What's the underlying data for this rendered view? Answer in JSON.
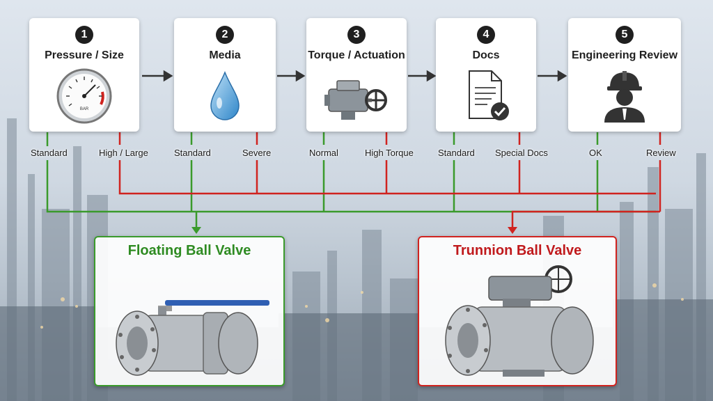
{
  "steps": [
    {
      "number": "1",
      "title": "Pressure / Size",
      "left_branch": "Standard",
      "right_branch": "High / Large"
    },
    {
      "number": "2",
      "title": "Media",
      "left_branch": "Standard",
      "right_branch": "Severe"
    },
    {
      "number": "3",
      "title": "Torque / Actuation",
      "left_branch": "Normal",
      "right_branch": "High Torque"
    },
    {
      "number": "4",
      "title": "Docs",
      "left_branch": "Standard",
      "right_branch": "Special Docs"
    },
    {
      "number": "5",
      "title": "Engineering Review",
      "left_branch": "OK",
      "right_branch": "Review"
    }
  ],
  "gauge": {
    "label": "BAR"
  },
  "results": {
    "floating": {
      "title": "Floating Ball Valve",
      "color": "#2e8b22"
    },
    "trunnion": {
      "title": "Trunnion Ball Valve",
      "color": "#c0191c"
    }
  },
  "colors": {
    "green_path": "#3a9a2b",
    "red_path": "#d0231f",
    "arrow": "#333333"
  },
  "icons": [
    "pressure-gauge-icon",
    "water-drop-icon",
    "gear-actuator-icon",
    "document-check-icon",
    "engineer-icon"
  ]
}
